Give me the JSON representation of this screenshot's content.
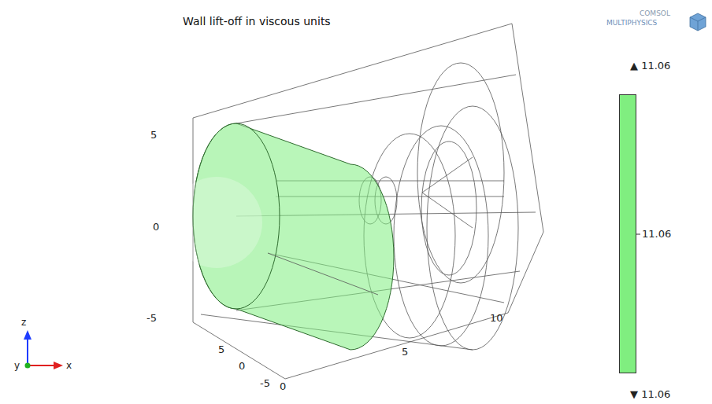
{
  "diagram": {
    "title": "Wall lift-off in viscous units",
    "labels": [
      "COMSOL",
      "MULTIPHYSICS",
      "▲ 11.06",
      "▼ 11.06",
      "5",
      "0",
      "-5",
      "5",
      "0",
      "-5",
      "0",
      "5",
      "10",
      "z",
      "y",
      "x"
    ],
    "legend": [
      {
        "text": "11.06",
        "color": "#80ee80"
      }
    ]
  }
}
